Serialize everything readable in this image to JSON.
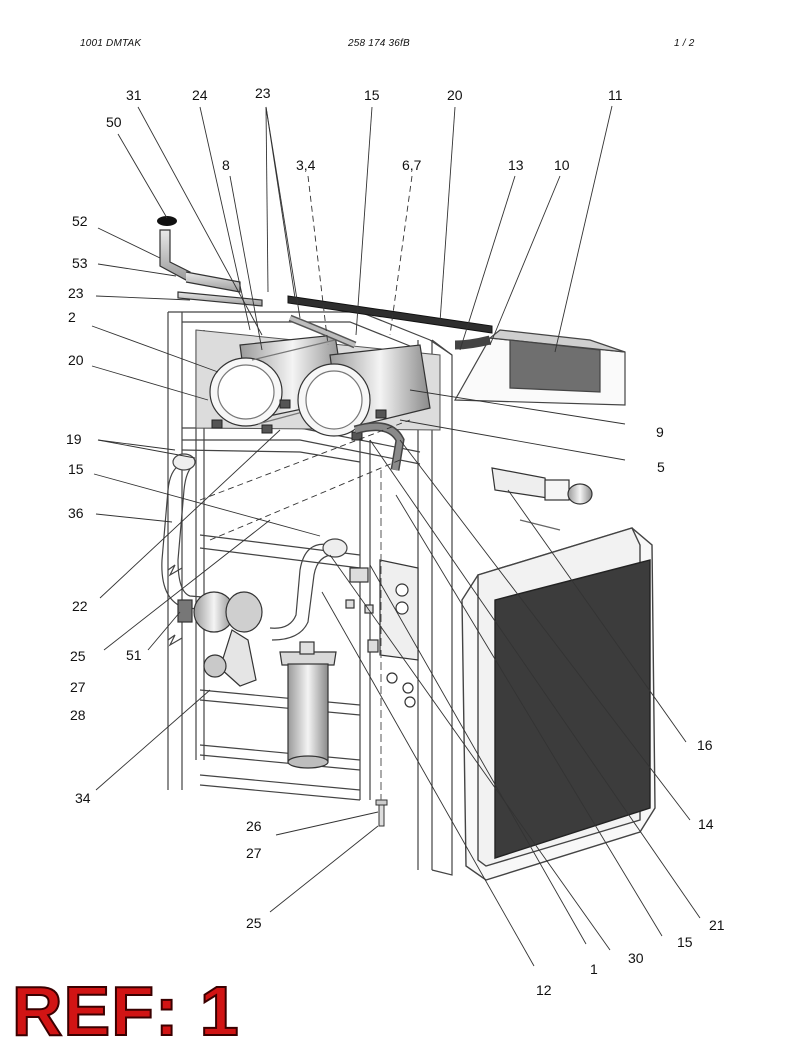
{
  "header": {
    "left": "1001   DMTAK",
    "center": "258 174 36fB",
    "right": "1  /  2"
  },
  "callouts": {
    "c31": "31",
    "c24": "24",
    "c23top": "23",
    "c15top": "15",
    "c20top": "20",
    "c11": "11",
    "c50": "50",
    "c8": "8",
    "c34": "3,4",
    "c67": "6,7",
    "c13": "13",
    "c10": "10",
    "c52": "52",
    "c53": "53",
    "c23left": "23",
    "c2": "2",
    "c20left": "20",
    "c9": "9",
    "c19": "19",
    "c5": "5",
    "c15left": "15",
    "c36": "36",
    "c22": "22",
    "c25a": "25",
    "c51": "51",
    "c27a": "27",
    "c28": "28",
    "c16": "16",
    "c34b": "34",
    "c14": "14",
    "c26": "26",
    "c27b": "27",
    "c25b": "25",
    "c21": "21",
    "c15bot": "15",
    "c30": "30",
    "c1": "1",
    "c12": "12"
  },
  "ref_stamp": "REF: 1"
}
